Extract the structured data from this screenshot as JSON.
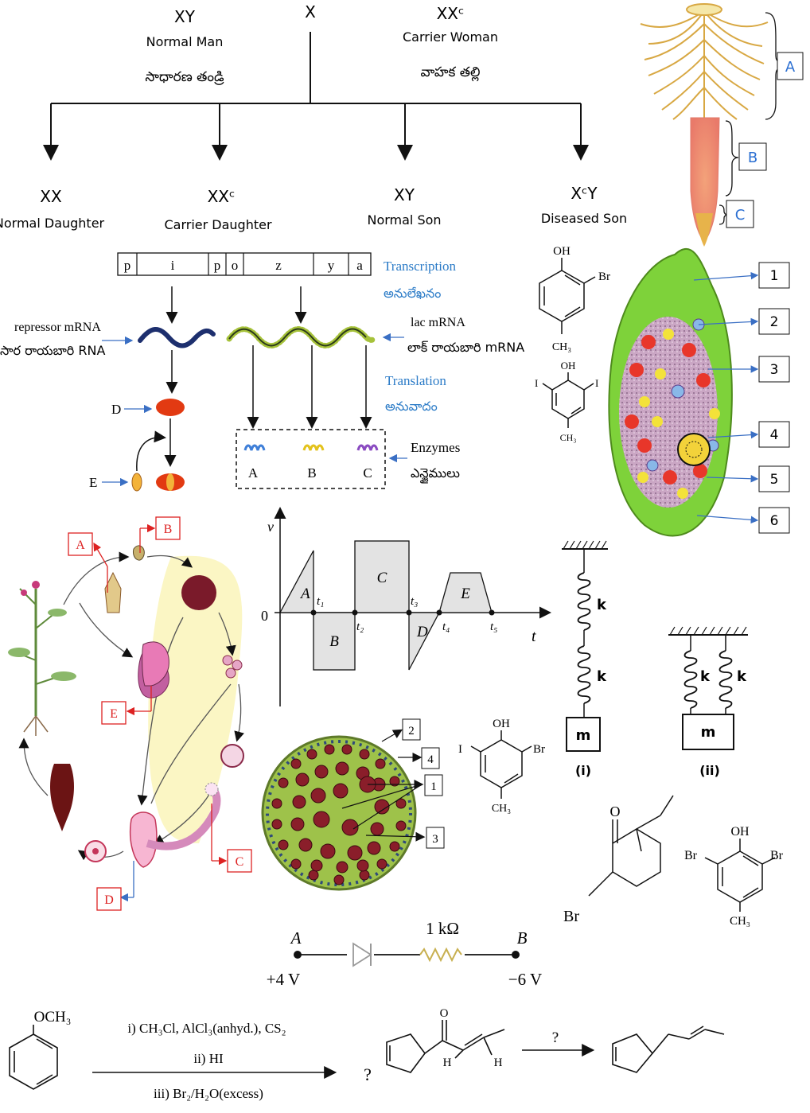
{
  "pedigree": {
    "father_genotype": "XY",
    "father_label": "Normal Man",
    "father_label_te": "సాధారణ తండ్రి",
    "gamete_x": "X",
    "mother_genotype": "XXᶜ",
    "mother_label": "Carrier Woman",
    "mother_label_te": "వాహక తల్లి",
    "children": [
      {
        "genotype": "XX",
        "label": "Normal Daughter"
      },
      {
        "genotype": "XXᶜ",
        "label": "Carrier Daughter"
      },
      {
        "genotype": "XY",
        "label": "Normal Son"
      },
      {
        "genotype": "XᶜY",
        "label": "Diseased Son"
      }
    ]
  },
  "root_tip": {
    "labels": [
      "A",
      "B",
      "C"
    ]
  },
  "lac_operon": {
    "genes": [
      "p",
      "i",
      "p",
      "o",
      "z",
      "y",
      "a"
    ],
    "transcription": "Transcription",
    "transcription_te": "అనులేఖనం",
    "repressor_mrna": "repressor mRNA",
    "repressor_mrna_te": "సార రాయబారి RNA",
    "lac_mrna": "lac mRNA",
    "lac_mrna_te": "లాక్ రాయబారి mRNA",
    "translation": "Translation",
    "translation_te": "అనువాదం",
    "label_d": "D",
    "label_e": "E",
    "enzymes": "Enzymes",
    "enzymes_te": "ఎన్జైములు",
    "enzyme_labels": [
      "A",
      "B",
      "C"
    ]
  },
  "chem_top": {
    "oh": "OH",
    "br": "Br",
    "ch3": "CH₃",
    "i": "I"
  },
  "pollen_sac": {
    "numbers": [
      "1",
      "2",
      "3",
      "4",
      "5",
      "6"
    ]
  },
  "life_cycle": {
    "labels": [
      "A",
      "B",
      "C",
      "D",
      "E"
    ]
  },
  "vt_graph": {
    "v_axis": "v",
    "t_axis": "t",
    "origin": "0",
    "regions": [
      "A",
      "B",
      "C",
      "D",
      "E"
    ],
    "ticks": [
      "t₁",
      "t₂",
      "t₃",
      "t₄",
      "t₅"
    ]
  },
  "springs": {
    "k": "k",
    "m": "m",
    "label_i": "(i)",
    "label_ii": "(ii)"
  },
  "anther_cs": {
    "numbers": [
      "2",
      "4",
      "1",
      "3"
    ]
  },
  "chem_mid": {
    "oh": "OH",
    "i": "I",
    "br": "Br",
    "ch3": "CH₃",
    "o": "O",
    "br_ring": "Br"
  },
  "circuit": {
    "a": "A",
    "b": "B",
    "resistor": "1 kΩ",
    "va": "+4 V",
    "vb": "−6 V"
  },
  "reaction": {
    "reactant": "OCH₃",
    "step1": "i) CH₃Cl, AlCl₃(anhyd.), CS₂",
    "step2": "ii) HI",
    "step3": "iii) Br₂/H₂O(excess)",
    "unknown": "?",
    "o": "O",
    "h1": "H",
    "h2": "H",
    "unknown2": "?"
  }
}
